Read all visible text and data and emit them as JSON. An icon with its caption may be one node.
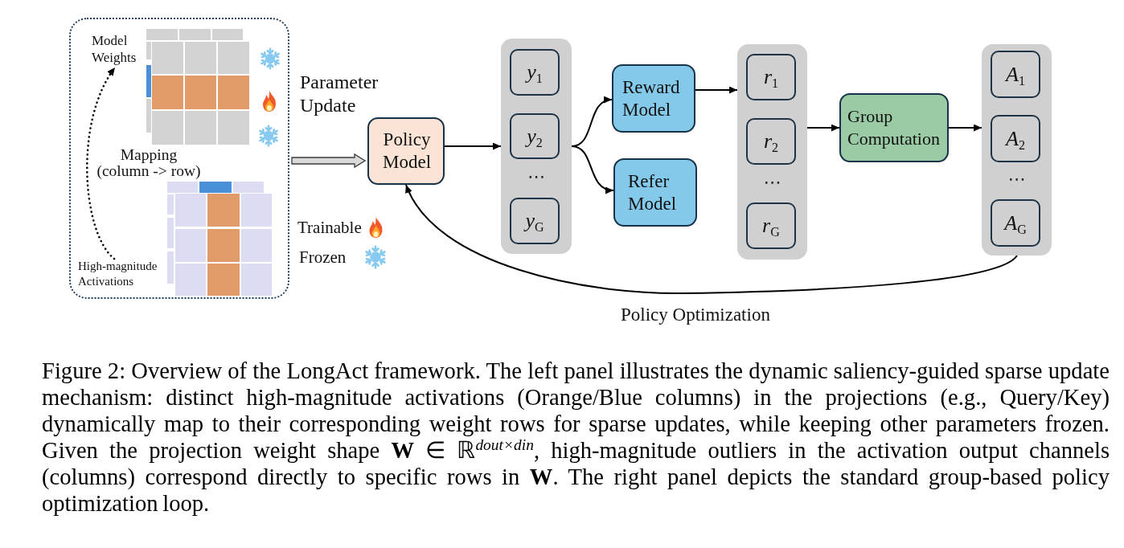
{
  "diagram": {
    "caption": "Figure 2: Overview of the LongAct framework. The left panel illustrates the dynamic saliency-guided sparse update mechanism: distinct high-magnitude activations (Orange/Blue columns) in the projections (e.g., Query/Key) dynamically map to their corresponding weight rows for sparse updates, while keeping other parameters frozen. Given the projection weight shape **W** ∈ ℝ$^{dout×din}$, high-magnitude outliers in the activation output channels (columns) correspond directly to specific rows in **W**. The right panel depicts the standard group-based policy optimization loop.",
    "nodes": [
      {
        "text": [],
        "shape": "box"
      },
      {
        "text": [
          "Model Weights"
        ],
        "in": 0
      },
      {
        "text": [
          "High-magnitude Activations"
        ],
        "in": 0
      },
      {
        "text": [
          "Policy Model"
        ]
      },
      {
        "text": [
          "⋯"
        ]
      },
      {
        "text": [
          "y$_{1}$"
        ],
        "in": 4
      },
      {
        "text": [
          "y$_{2}$"
        ],
        "in": 4
      },
      {
        "text": [
          "y$_{G}$"
        ],
        "in": 4
      },
      {
        "text": [
          "Reward Model"
        ]
      },
      {
        "text": [
          "Refer Model"
        ]
      },
      {
        "text": [
          "⋯"
        ]
      },
      {
        "text": [
          "r$_{1}$"
        ],
        "in": 10
      },
      {
        "text": [
          "r$_{2}$"
        ],
        "in": 10
      },
      {
        "text": [
          "r$_{G}$"
        ],
        "in": 10
      },
      {
        "text": [
          "Group Computation"
        ]
      },
      {
        "text": [
          "⋯"
        ]
      },
      {
        "text": [
          "A$_{1}$"
        ],
        "in": 15
      },
      {
        "text": [
          "A$_{2}$"
        ],
        "in": 15
      },
      {
        "text": [
          "A$_{G}$"
        ],
        "in": 15
      }
    ],
    "edges": [
      {
        "from": 2,
        "to": 1,
        "arrow": "to",
        "style": "dashed",
        "label": "Mapping (column -> row)"
      },
      {
        "from": 0,
        "to": 3,
        "arrow": "to",
        "style": "thick",
        "label": "Parameter Update"
      },
      {
        "from": 3,
        "to": 4,
        "arrow": "to"
      },
      {
        "from": 4,
        "to": 8,
        "arrow": "to"
      },
      {
        "from": 4,
        "to": 9,
        "arrow": "to"
      },
      {
        "from": 8,
        "to": 10,
        "arrow": "to"
      },
      {
        "from": 10,
        "to": 14,
        "arrow": "to"
      },
      {
        "from": 14,
        "to": 15,
        "arrow": "to"
      },
      {
        "from": 15,
        "to": 3,
        "arrow": "to",
        "label": "Policy Optimization"
      }
    ],
    "legend": [
      {
        "text": "Trainable"
      },
      {
        "text": "Frozen"
      }
    ]
  }
}
